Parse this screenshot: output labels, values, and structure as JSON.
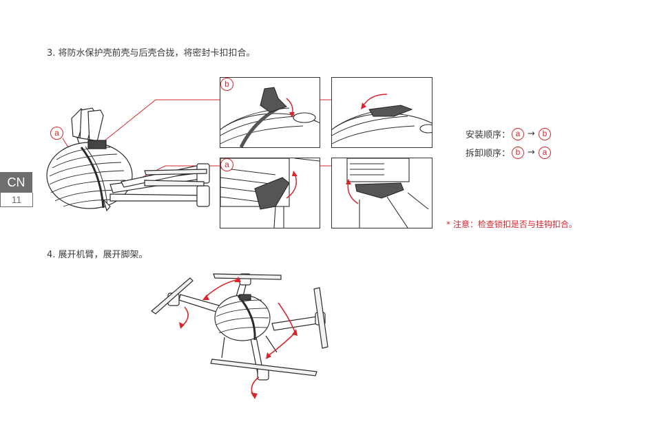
{
  "page": {
    "language_code": "CN",
    "page_number": "11"
  },
  "steps": {
    "step3": "3. 将防水保护壳前壳与后壳合拢，将密封卡扣扣合。",
    "step4": "4. 展开机臂，展开脚架。"
  },
  "labels": {
    "a": "a",
    "b": "b"
  },
  "order": {
    "install_label": "安装顺序：",
    "install_first": "a",
    "install_second": "b",
    "remove_label": "拆卸顺序：",
    "remove_first": "b",
    "remove_second": "a",
    "arrow": "→"
  },
  "note": "* 注意：检查锁扣是否与挂钩扣合。",
  "colors": {
    "accent_red": "#d9262c",
    "line_dark": "#333333",
    "tab_gray": "#6e6e6e"
  }
}
